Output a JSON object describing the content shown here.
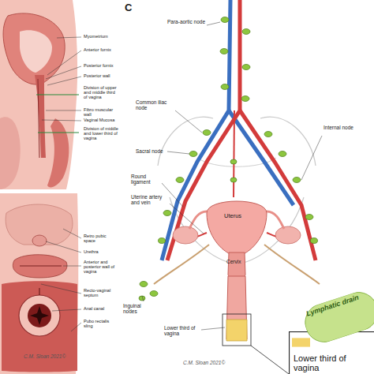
{
  "diagram": {
    "nodes": [
      {
        "text": [
          "Lower third of vagina"
        ]
      },
      {
        "text": [
          "Lymphatic drain"
        ]
      }
    ],
    "labels": [
      "Myometrium",
      "Anterior fornix",
      "Posterior fornix",
      "Posterior wall",
      "Division of upper and middle third of vagina",
      "Fibro muscular wall",
      "Vaginal Mucosa",
      "Division of middle and lower third of vagina",
      "Retro pubic space",
      "Urethra",
      "Anterior and posterior wall of vagina",
      "Recto-vaginal septum",
      "Anal canal",
      "Pubo rectalis sling",
      "C.M. Sloan 2021©",
      "C",
      "Para-aortic node",
      "Common iliac node",
      "Sacral node",
      "Internal node",
      "Round ligament",
      "Uterine artery and vein",
      "Uterus",
      "Cervix",
      "Inguinal nodes",
      "Lower third of vagina",
      "C.M. Sloan 2021©"
    ]
  }
}
